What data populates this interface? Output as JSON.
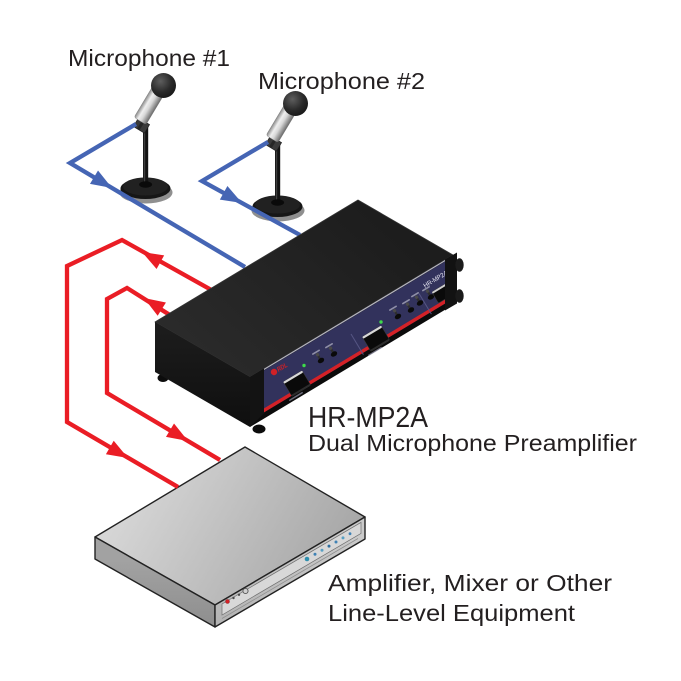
{
  "diagram": {
    "type": "audio-signal-flow",
    "labels": {
      "mic1": "Microphone #1",
      "mic2": "Microphone #2",
      "preamp_model": "HR-MP2A",
      "preamp_description": "Dual Microphone Preamplifier",
      "amplifier_line1": "Amplifier, Mixer or Other",
      "amplifier_line2": "Line-Level Equipment"
    },
    "preamp_panel": {
      "brand": "RDL",
      "panel_label": "HR-MP2A"
    },
    "colors": {
      "mic_cable": "#4565b4",
      "line_output_cable": "#ea1d25",
      "label_text": "#231f20",
      "preamp_panel": "#32325c",
      "preamp_stripe": "#d42127",
      "amplifier_body": "#c9c9c9"
    }
  }
}
